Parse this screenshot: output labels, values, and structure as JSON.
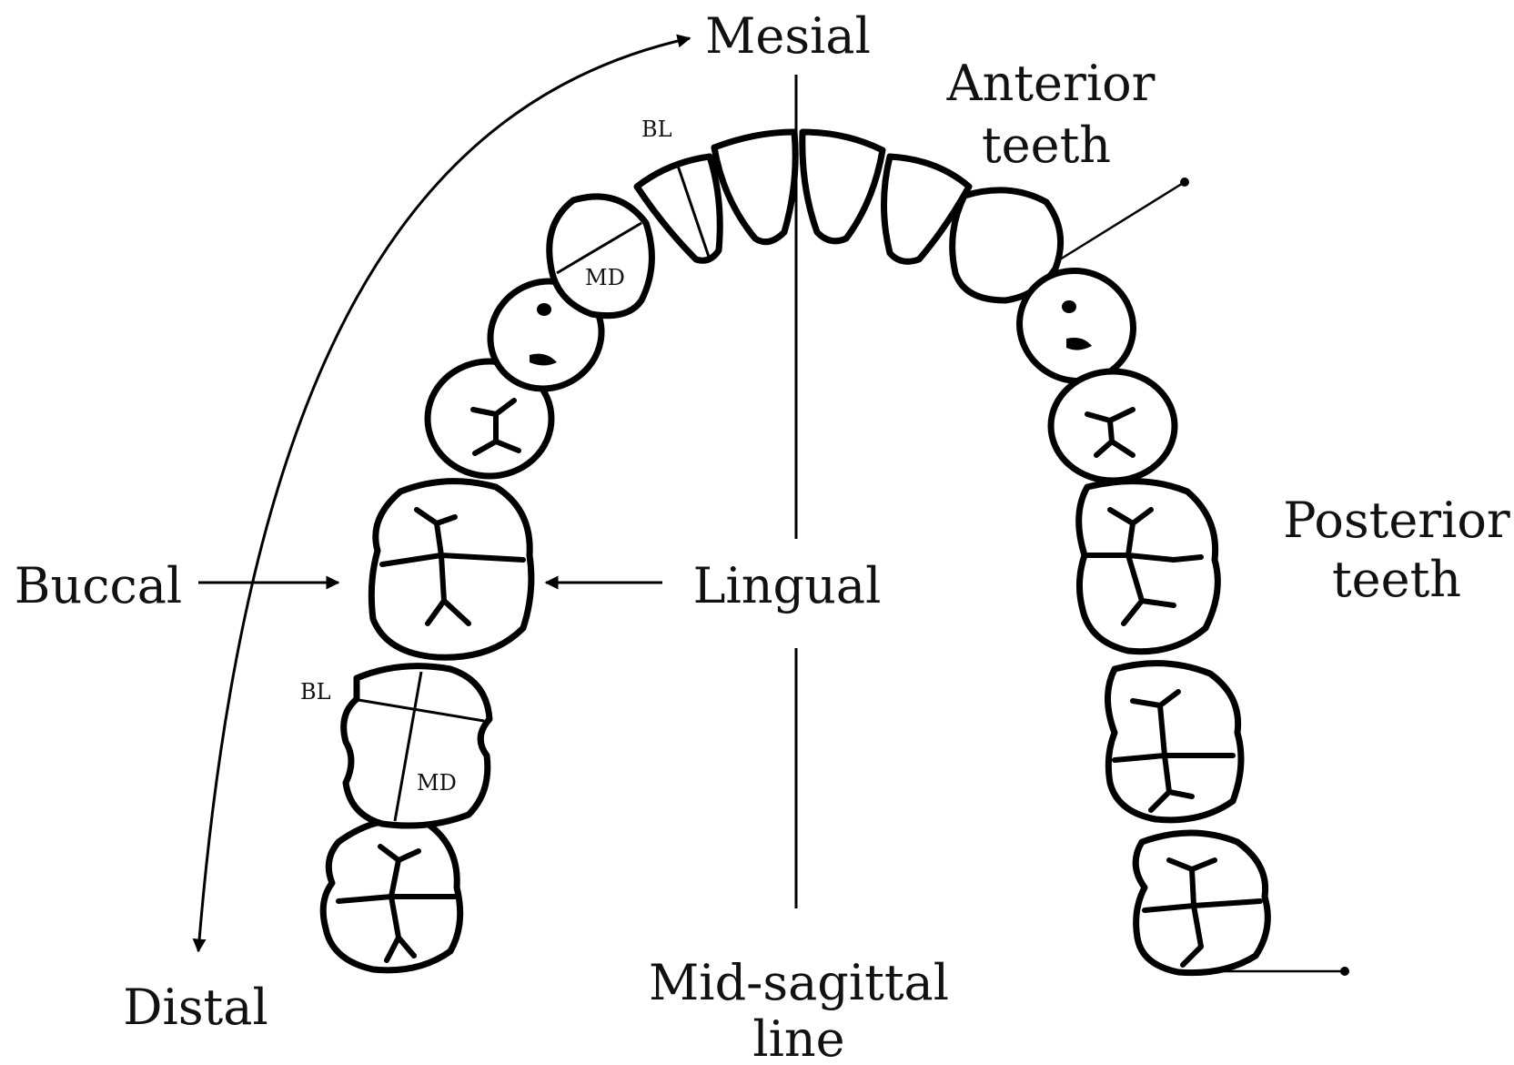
{
  "labels": {
    "mesial": "Mesial",
    "distal": "Distal",
    "anterior_line1": "Anterior",
    "anterior_line2": "teeth",
    "posterior_line1": "Posterior",
    "posterior_line2": "teeth",
    "buccal": "Buccal",
    "lingual": "Lingual",
    "midsagittal_line1": "Mid-sagittal",
    "midsagittal_line2": "line",
    "bl_incisor": "BL",
    "md_canine": "MD",
    "bl_molar": "BL",
    "md_molar": "MD"
  },
  "colors": {
    "ink": "#000000",
    "background": "#ffffff"
  }
}
